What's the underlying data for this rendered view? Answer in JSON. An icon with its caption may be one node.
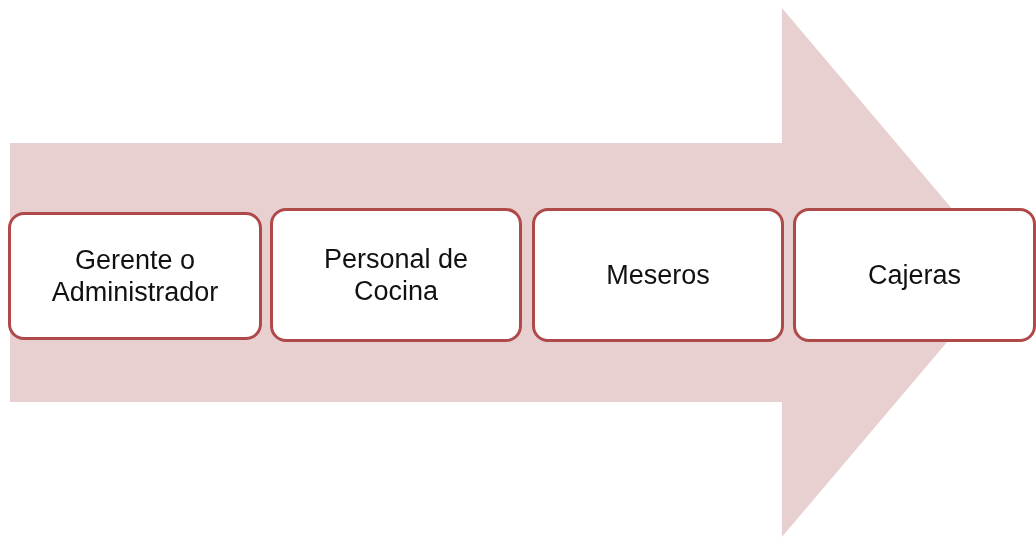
{
  "diagram": {
    "nodes": [
      {
        "text": [],
        "shape": "arrow"
      },
      {
        "text": [
          "Gerente o Administrador"
        ],
        "in": 0
      },
      {
        "text": [
          "Personal de Cocina"
        ],
        "in": 0
      },
      {
        "text": [
          "Meseros"
        ],
        "in": 0
      },
      {
        "text": [
          "Cajeras"
        ]
      }
    ],
    "edges": []
  }
}
